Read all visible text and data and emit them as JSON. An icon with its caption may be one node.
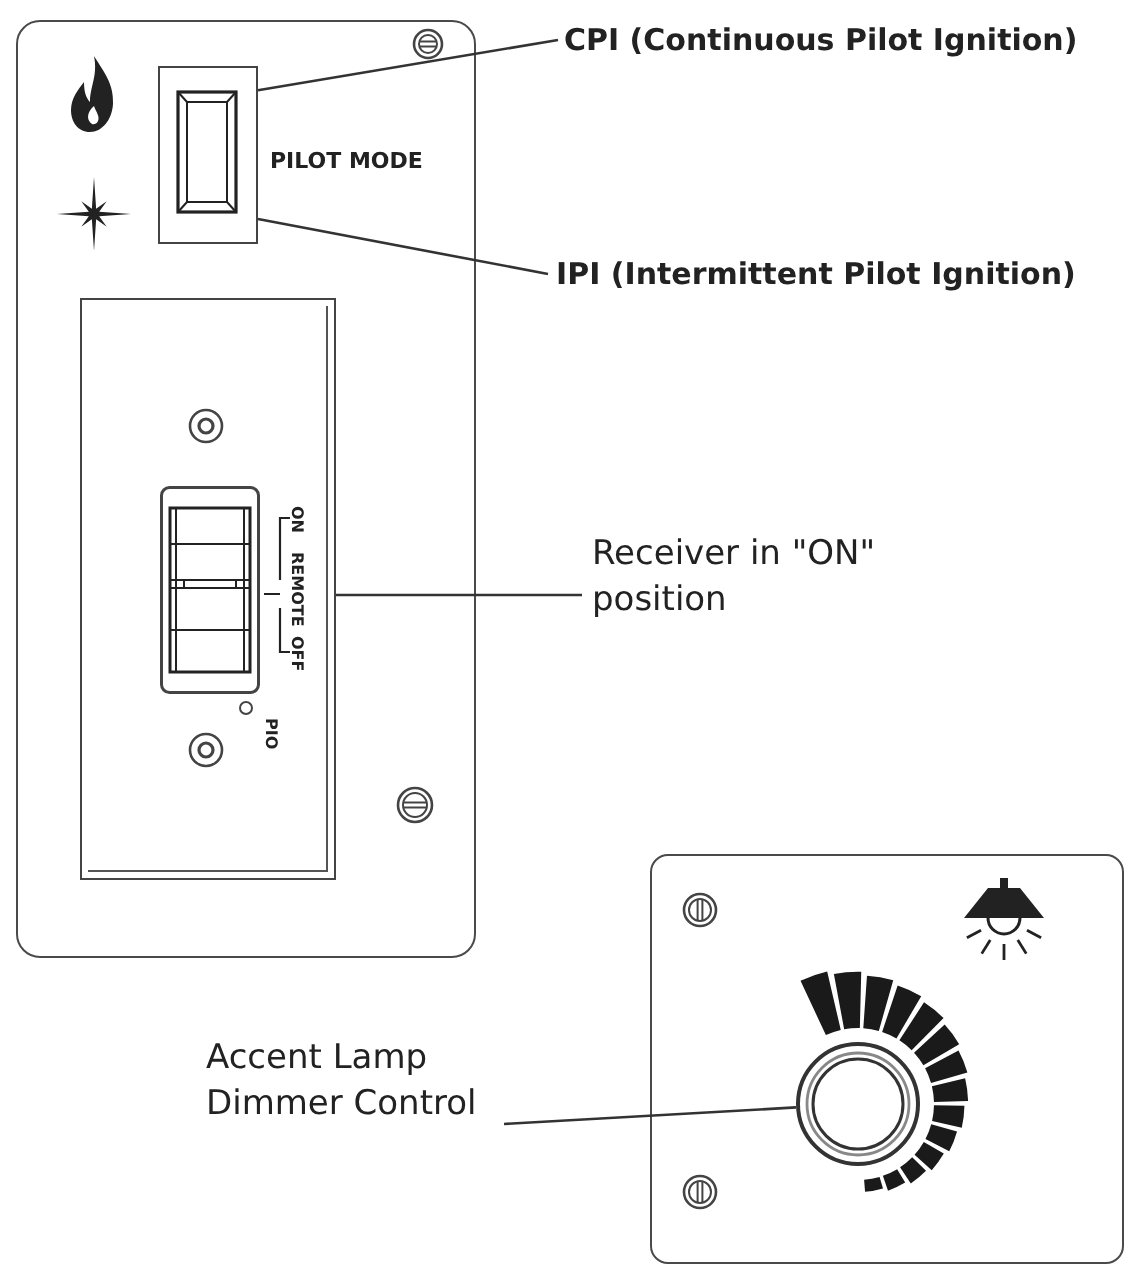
{
  "diagram": {
    "nodes": [
      {
        "text": [],
        "shape": "box",
        "beside": [
          "PILOT MODE"
        ]
      },
      {
        "text": [
          "CPI (Continuous Pilot Ignition)"
        ]
      },
      {
        "text": [
          "IPI (Intermittent Pilot Ignition)"
        ]
      },
      {
        "text": [],
        "shape": "box"
      },
      {
        "text": [
          "Receiver in \"ON\" position"
        ]
      },
      {
        "text": [],
        "shape": "circle"
      },
      {
        "text": [
          "Accent Lamp Dimmer Control"
        ]
      }
    ],
    "edges": [
      {
        "from": 1,
        "to": 0,
        "arrow": "none"
      },
      {
        "from": 2,
        "to": 0,
        "arrow": "none"
      },
      {
        "from": 4,
        "to": 3,
        "arrow": "none"
      },
      {
        "from": 6,
        "to": 5,
        "arrow": "none"
      }
    ],
    "labels": [
      "ON",
      "REMOTE",
      "OFF",
      "PIO"
    ]
  }
}
